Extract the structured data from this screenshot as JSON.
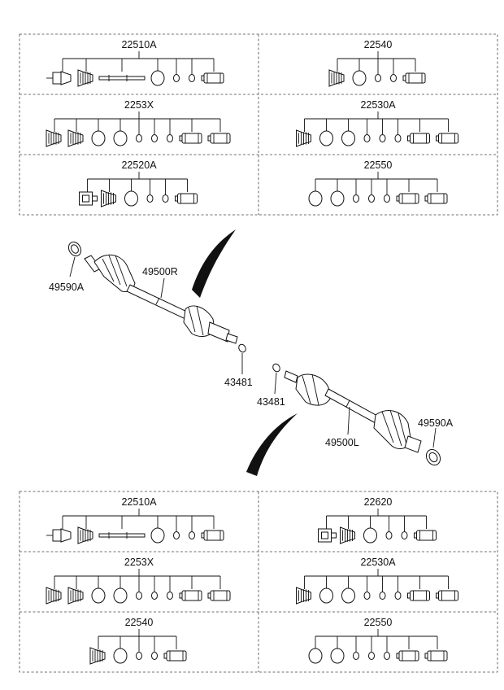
{
  "upper_kit_panel": {
    "cells": [
      {
        "code": "22510A",
        "parts": [
          "joint-assembly",
          "boot",
          "shaft",
          "ring-large",
          "ring-small",
          "ring-small",
          "grease"
        ]
      },
      {
        "code": "22540",
        "parts": [
          "boot",
          "ring-large",
          "ring-small",
          "ring-small",
          "grease"
        ]
      },
      {
        "code": "2253X",
        "parts": [
          "boot",
          "boot",
          "ring-large",
          "ring-large",
          "ring-small",
          "ring-small",
          "ring-small",
          "grease",
          "grease"
        ]
      },
      {
        "code": "22530A",
        "parts": [
          "boot",
          "ring-large",
          "ring-large",
          "ring-small",
          "ring-small",
          "ring-small",
          "grease",
          "grease"
        ]
      },
      {
        "code": "22520A",
        "parts": [
          "housing",
          "boot",
          "ring-large",
          "ring-small",
          "ring-small",
          "grease"
        ]
      },
      {
        "code": "22550",
        "parts": [
          "ring-large",
          "ring-large",
          "ring-small",
          "ring-small",
          "ring-small",
          "grease",
          "grease"
        ]
      }
    ]
  },
  "main_illustration": {
    "callouts": [
      {
        "id": "seal-right",
        "code": "49590A"
      },
      {
        "id": "shaft-right",
        "code": "49500R"
      },
      {
        "id": "circlip-right",
        "code": "43481"
      },
      {
        "id": "circlip-left",
        "code": "43481"
      },
      {
        "id": "shaft-left",
        "code": "49500L"
      },
      {
        "id": "seal-left",
        "code": "49590A"
      }
    ]
  },
  "lower_kit_panel": {
    "cells": [
      {
        "code": "22510A",
        "parts": [
          "joint-assembly",
          "boot",
          "shaft",
          "ring-large",
          "ring-small",
          "ring-small",
          "grease"
        ]
      },
      {
        "code": "22620",
        "parts": [
          "housing",
          "boot",
          "ring-large",
          "ring-small",
          "ring-small",
          "grease"
        ]
      },
      {
        "code": "2253X",
        "parts": [
          "boot",
          "boot",
          "ring-large",
          "ring-large",
          "ring-small",
          "ring-small",
          "ring-small",
          "grease",
          "grease"
        ]
      },
      {
        "code": "22530A",
        "parts": [
          "boot",
          "ring-large",
          "ring-large",
          "ring-small",
          "ring-small",
          "ring-small",
          "grease",
          "grease"
        ]
      },
      {
        "code": "22540",
        "parts": [
          "boot",
          "ring-large",
          "ring-small",
          "ring-small",
          "grease"
        ]
      },
      {
        "code": "22550",
        "parts": [
          "ring-large",
          "ring-large",
          "ring-small",
          "ring-small",
          "ring-small",
          "grease",
          "grease"
        ]
      }
    ]
  }
}
